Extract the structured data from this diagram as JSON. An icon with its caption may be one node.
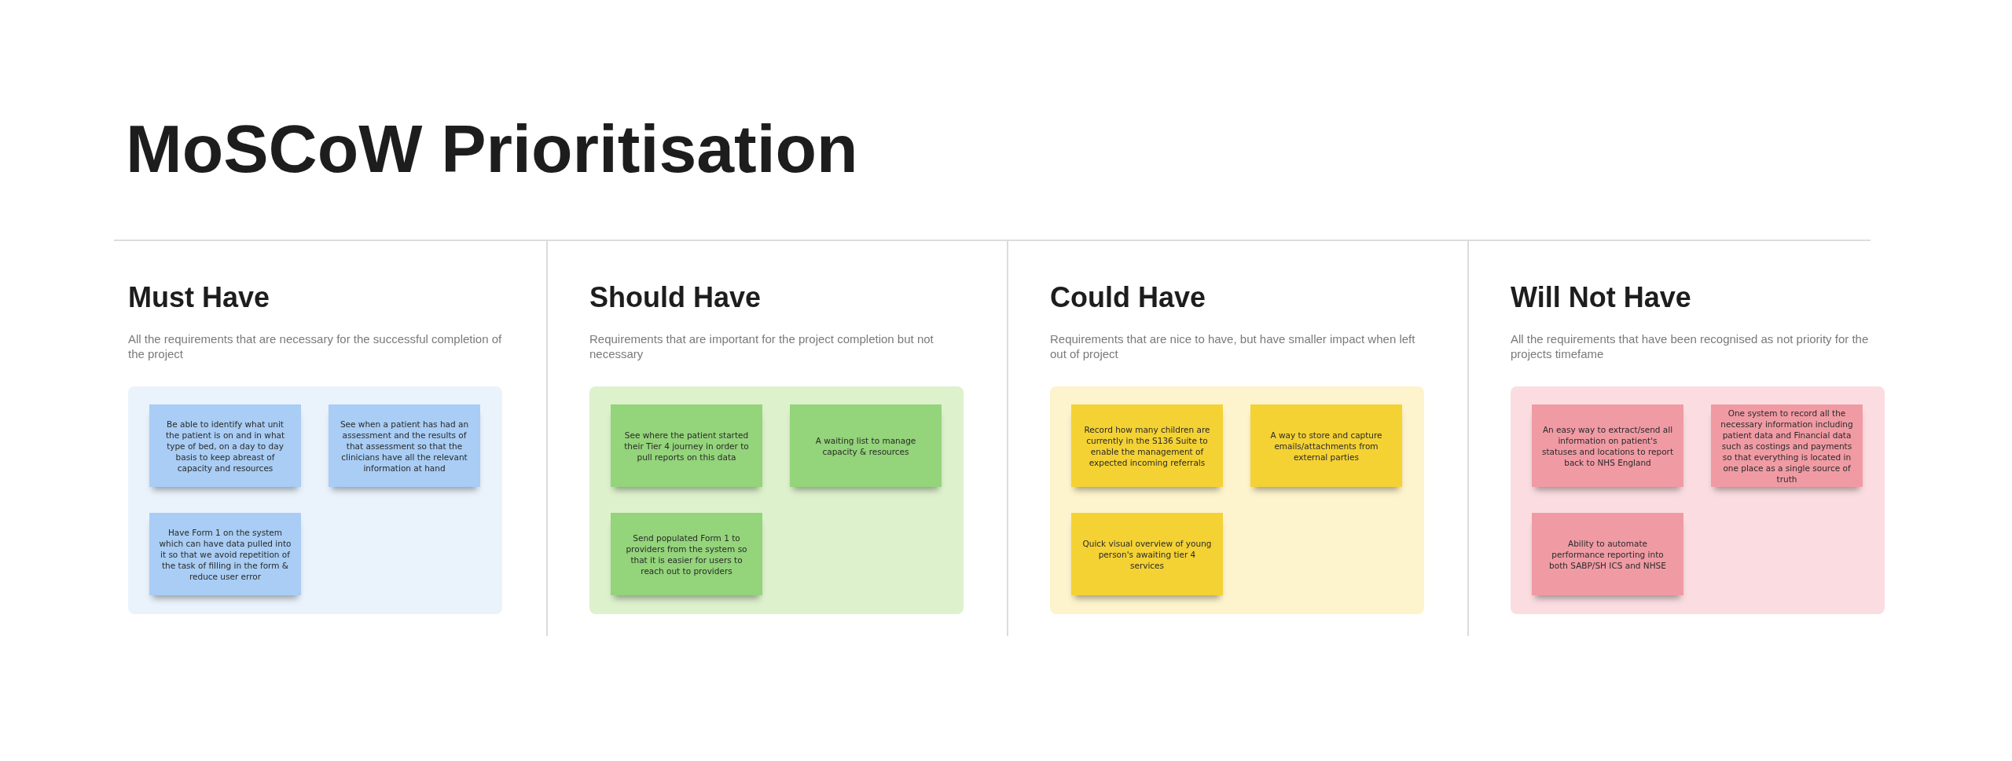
{
  "diagram": {
    "title": "MoSCoW Prioritisation",
    "nodes": [
      {
        "text": [
          "Must Have",
          "All the requirements that are necessary for the successful completion of the project"
        ]
      },
      {
        "text": [
          "Be able to identify what unit the patient is on and in what type of bed, on a day to day basis to keep abreast of capacity and resources"
        ],
        "in": 0
      },
      {
        "text": [
          "See when a patient has had an assessment and the results of that assessment so that the clinicians have all the relevant information at hand"
        ],
        "in": 0
      },
      {
        "text": [
          "Have Form 1 on the system which can have data pulled into it so that we avoid repetition of the task of filling in the form & reduce user error"
        ],
        "in": 0
      },
      {
        "text": [
          "Should Have",
          "Requirements that are important for the project completion but not necessary"
        ]
      },
      {
        "text": [
          "See where the patient started their Tier 4 journey in order to pull reports on this data"
        ],
        "in": 4
      },
      {
        "text": [
          "A waiting list to manage capacity & resources"
        ],
        "in": 4
      },
      {
        "text": [
          "Send populated Form 1 to providers from the system so that it is easier for users to reach out to providers"
        ],
        "in": 4
      },
      {
        "text": [
          "Could Have",
          "Requirements that are nice to have, but have smaller impact when left out of project"
        ]
      },
      {
        "text": [
          "Record how many children are currently in the S136 Suite to enable the management of expected incoming referrals"
        ],
        "in": 8
      },
      {
        "text": [
          "A way to store and capture emails/attachments from external parties"
        ],
        "in": 8
      },
      {
        "text": [
          "Quick visual overview of young person's awaiting tier 4 services"
        ],
        "in": 8
      },
      {
        "text": [
          "Will Not Have",
          "All the requirements that have been recognised as not priority for the projects timefame"
        ]
      },
      {
        "text": [
          "An easy way to extract/send all information on patient's statuses and locations to report back to NHS England"
        ],
        "in": 12
      },
      {
        "text": [
          "One system to record all the necessary information including patient data and Financial data such as costings and payments so that everything is located in one place as a single source of truth"
        ],
        "in": 12
      },
      {
        "text": [
          "Ability to automate performance reporting into both SABP/SH ICS and NHSE"
        ],
        "in": 12
      }
    ]
  }
}
